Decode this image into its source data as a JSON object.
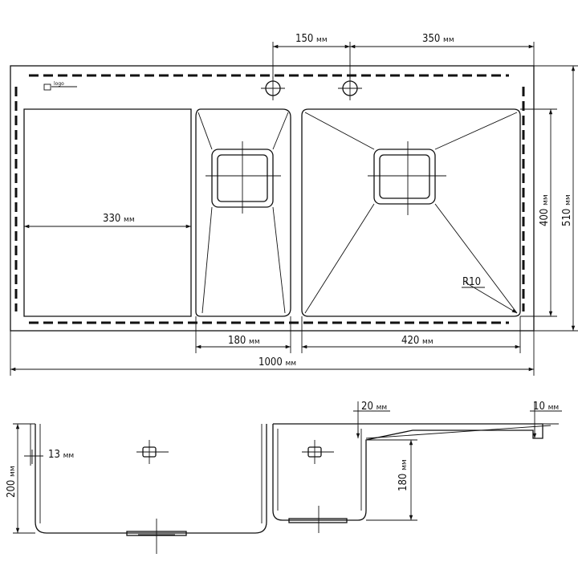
{
  "logo_text": "logo",
  "units": "мм",
  "dimensions": {
    "tap_offset": "150",
    "tap_to_edge": "350",
    "left_bowl_width": "330",
    "small_bowl_width": "180",
    "big_bowl_width": "420",
    "big_bowl_height": "400",
    "overall_depth": "510",
    "overall_width": "1000",
    "radius": "R10",
    "section_top": "20",
    "section_edge": "10",
    "section_depth_left": "13",
    "section_height_total": "200",
    "section_height_bowl": "180"
  }
}
